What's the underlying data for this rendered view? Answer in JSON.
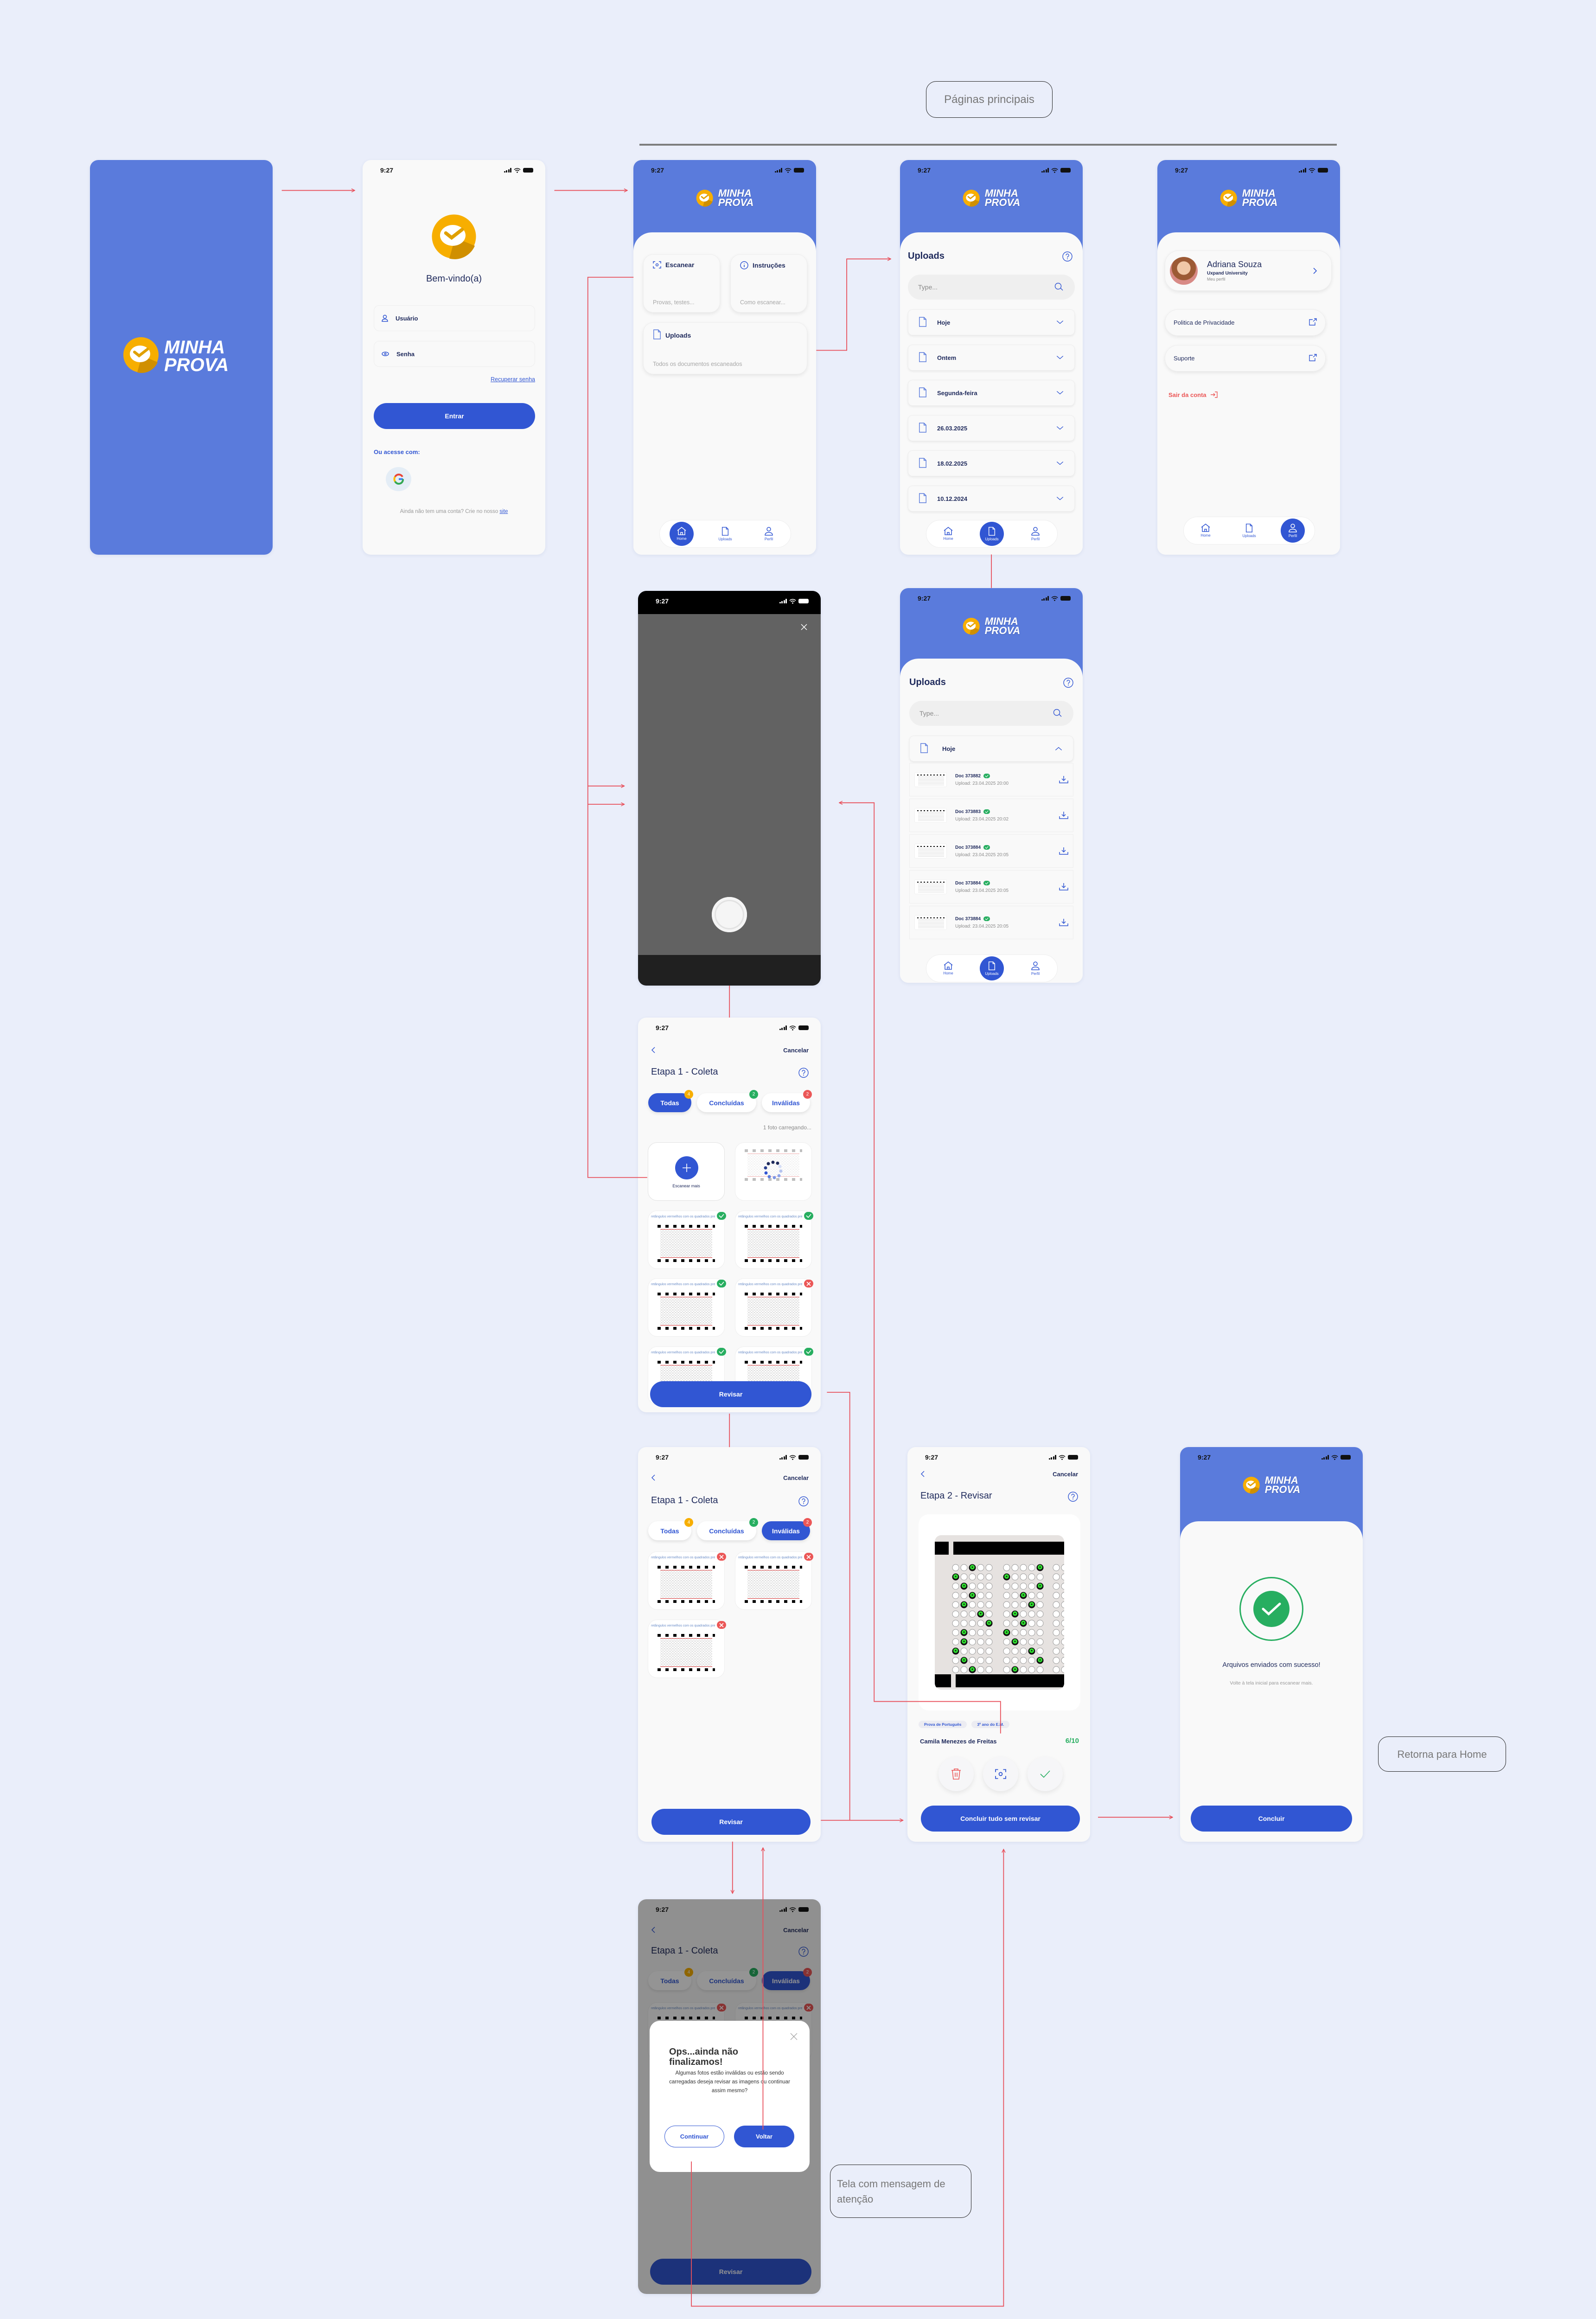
{
  "status_time": "9:27",
  "brand": {
    "line1": "MINHA",
    "line2": "PROVA"
  },
  "annotations": {
    "main_pages": "Páginas principais",
    "return_home": "Retorna para Home",
    "attention": "Tela com mensagem de atenção"
  },
  "login": {
    "welcome": "Bem-vindo(a)",
    "user_placeholder": "Usuário",
    "password_placeholder": "Senha",
    "recover": "Recuperar senha",
    "submit": "Entrar",
    "alt_access": "Ou acesse com:",
    "signup_text": "Ainda não tem uma conta? Crie no nosso ",
    "signup_link": "site"
  },
  "nav": {
    "home": "Home",
    "uploads": "Uploads",
    "profile": "Perfil"
  },
  "home": {
    "cards": [
      {
        "title": "Escanear",
        "subtitle": "Provas, testes..."
      },
      {
        "title": "Instruções",
        "subtitle": "Como escanear..."
      },
      {
        "title": "Uploads",
        "subtitle": "Todos os documentos escaneados"
      }
    ]
  },
  "uploads": {
    "title": "Uploads",
    "search_placeholder": "Type...",
    "groups": [
      "Hoje",
      "Ontem",
      "Segunda-feira",
      "26.03.2025",
      "18.02.2025",
      "10.12.2024"
    ]
  },
  "uploads_expanded": {
    "group": "Hoje",
    "docs": [
      {
        "name": "Doc 373882",
        "uploaded": "Upload: 23.04.2025 20:00"
      },
      {
        "name": "Doc 373883",
        "uploaded": "Upload: 23.04.2025 20:02"
      },
      {
        "name": "Doc 373884",
        "uploaded": "Upload: 23.04.2025 20:05"
      },
      {
        "name": "Doc 373884",
        "uploaded": "Upload: 23.04.2025 20:05"
      },
      {
        "name": "Doc 373884",
        "uploaded": "Upload: 23.04.2025 20:05"
      }
    ]
  },
  "profile": {
    "name": "Adriana Souza",
    "org": "Uxpand University",
    "link": "Meu perfil",
    "items": [
      "Politica de Privacidade",
      "Suporte"
    ],
    "logout": "Sair da conta"
  },
  "collect": {
    "cancel": "Cancelar",
    "title": "Etapa 1 - Coleta",
    "tabs": [
      {
        "label": "Todas",
        "count": "4"
      },
      {
        "label": "Concluídas",
        "count": "2"
      },
      {
        "label": "Inválidas",
        "count": "2"
      }
    ],
    "loading": "1 foto carregando...",
    "scan_more": "Escanear mais",
    "sheet_caption": "retângulos vermelhos com os quadrados pre",
    "review": "Revisar",
    "tile_status_all": [
      "valid",
      "valid",
      "valid",
      "invalid",
      "valid",
      "valid"
    ],
    "tile_status_invalid": [
      "invalid",
      "invalid",
      "invalid"
    ]
  },
  "review": {
    "cancel": "Cancelar",
    "title": "Etapa 2 - Revisar",
    "tags": [
      "Prova de Português",
      "3º ano do E.M."
    ],
    "student": "Camila Menezes de Freitas",
    "score": "6/10",
    "finish_all": "Concluir tudo sem revisar"
  },
  "success": {
    "title": "Arquivos enviados com sucesso!",
    "subtitle": "Volte à tela inicial para escanear mais.",
    "button": "Concluir"
  },
  "modal": {
    "title": "Ops...ainda não finalizamos!",
    "body": "Algumas fotos estão inválidas ou estão sendo carregadas deseja revisar as imagens ou continuar assim mesmo?",
    "continue": "Continuar",
    "back": "Voltar"
  },
  "colors": {
    "background": "#eaeefa",
    "header_blue": "#5a7bdc",
    "primary": "#3156d3",
    "text_dark": "#1f2a5c",
    "success": "#27ae60",
    "danger": "#eb5757",
    "warning": "#f7ae00",
    "flow_arrow": "#e8505b"
  }
}
